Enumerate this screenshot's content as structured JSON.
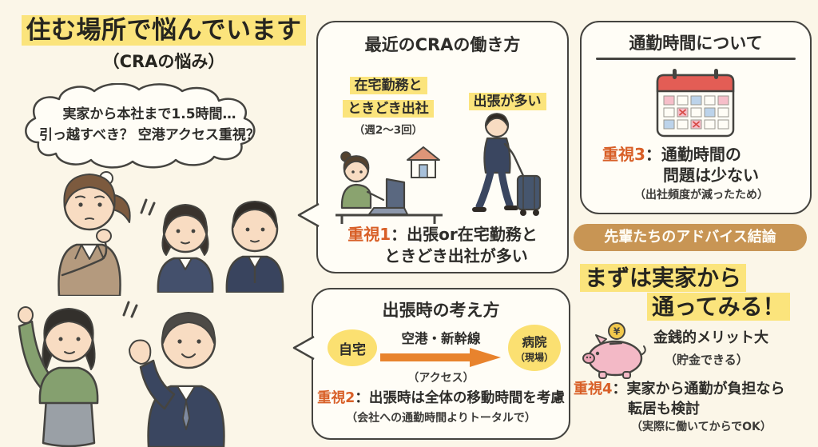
{
  "colors": {
    "highlight_yellow": "#fbe47c",
    "point_orange": "#d85f27",
    "arrow_orange": "#e8832d",
    "banner_brown": "#c89554",
    "panel_border": "#454440"
  },
  "header": {
    "title": "住む場所で悩んでいます",
    "subtitle": "（CRAの悩み）"
  },
  "thought": {
    "line1": "実家から本社まで1.5時間…",
    "line2": "引っ越すべき？ 空港アクセス重視？"
  },
  "workstyle": {
    "title": "最近のCRAの働き方",
    "home_line1": "在宅勤務と",
    "home_line2": "ときどき出社",
    "home_note": "（週2〜3回）",
    "trip_label": "出張が多い",
    "point_label": "重視1",
    "point_line1": "：出張or在宅勤務と",
    "point_line2": "ときどき出社が多い"
  },
  "trip": {
    "title": "出張時の考え方",
    "from": "自宅",
    "via": "空港・新幹線",
    "via_note": "（アクセス）",
    "to_line1": "病院",
    "to_line2": "（現場）",
    "point_label": "重視2",
    "point_text": "：出張時は全体の移動時間を考慮",
    "point_note": "（会社への通勤時間よりトータルで）"
  },
  "commute": {
    "title": "通勤時間について",
    "point_label": "重視3",
    "point_line1": "：通勤時間の",
    "point_line2": "問題は少ない",
    "point_note": "（出社頻度が減ったため）"
  },
  "advice": {
    "banner": "先輩たちのアドバイス結論",
    "conclusion_line1": "まずは実家から",
    "conclusion_line2": "通ってみる！",
    "merit": "金銭的メリット大",
    "merit_note": "（貯金できる）",
    "point_label": "重視4",
    "point_line1": "：実家から通勤が負担なら",
    "point_line2": "転居も検討",
    "point_note": "（実際に働いてからでOK）"
  },
  "piggy_coin": "¥"
}
